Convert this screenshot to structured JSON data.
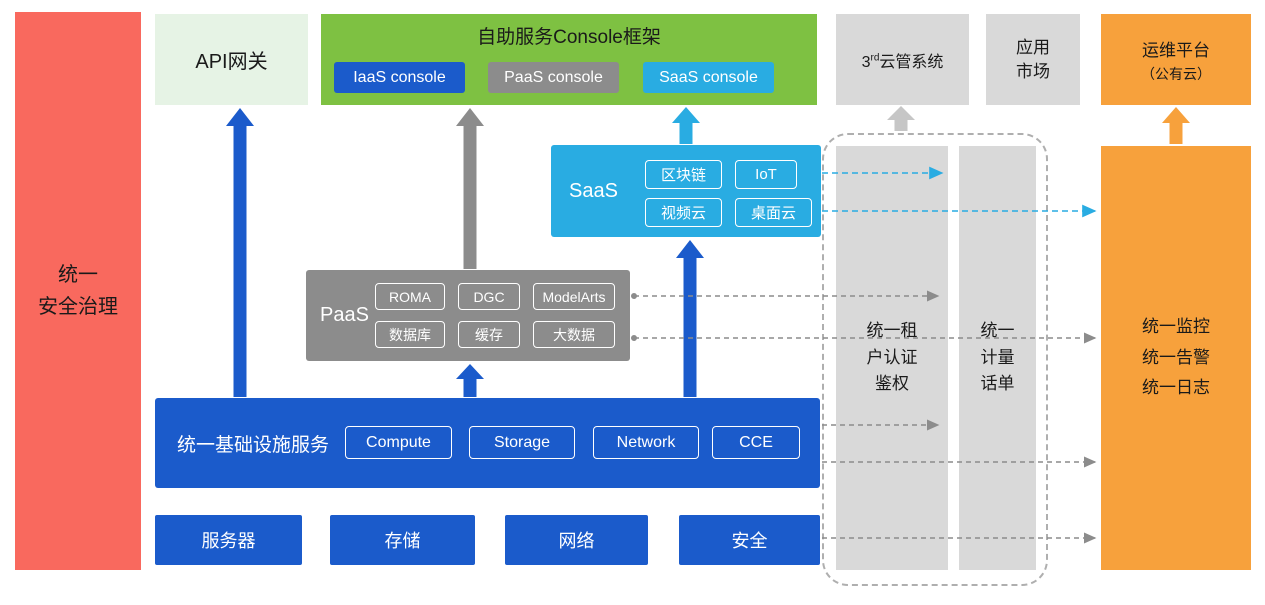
{
  "colors": {
    "security_red": "#F9695E",
    "api_light_green": "#E6F3E5",
    "framework_green": "#7EC142",
    "primary_blue": "#1B5BCB",
    "paas_gray": "#8C8C8C",
    "panel_light_gray": "#D9D9D9",
    "saas_cyan": "#29ACE2",
    "ops_orange": "#F7A13C"
  },
  "security_bar": {
    "label": "统一\n安全治理"
  },
  "api_gateway": {
    "label": "API网关"
  },
  "console_framework": {
    "title": "自助服务Console框架",
    "iaas_console": "IaaS console",
    "paas_console": "PaaS console",
    "saas_console": "SaaS console"
  },
  "third_party_cloud": {
    "prefix": "3",
    "sup": "rd",
    "rest": "云管系统"
  },
  "app_market": {
    "label": "应用\n市场"
  },
  "ops_platform": {
    "line1": "运维平台",
    "line2": "（公有云）"
  },
  "saas": {
    "label": "SaaS",
    "items": [
      "区块链",
      "IoT",
      "视频云",
      "桌面云"
    ]
  },
  "paas": {
    "label": "PaaS",
    "items": [
      "ROMA",
      "DGC",
      "ModelArts",
      "数据库",
      "缓存",
      "大数据"
    ]
  },
  "infrastructure": {
    "label": "统一基础设施服务",
    "items": [
      "Compute",
      "Storage",
      "Network",
      "CCE"
    ]
  },
  "hardware": {
    "items": [
      "服务器",
      "存储",
      "网络",
      "安全"
    ]
  },
  "auth_bar": {
    "label": "统一租\n户认证\n鉴权"
  },
  "metering_bar": {
    "label": "统一\n计量\n话单"
  },
  "monitoring": {
    "label": "统一监控\n统一告警\n统一日志"
  }
}
